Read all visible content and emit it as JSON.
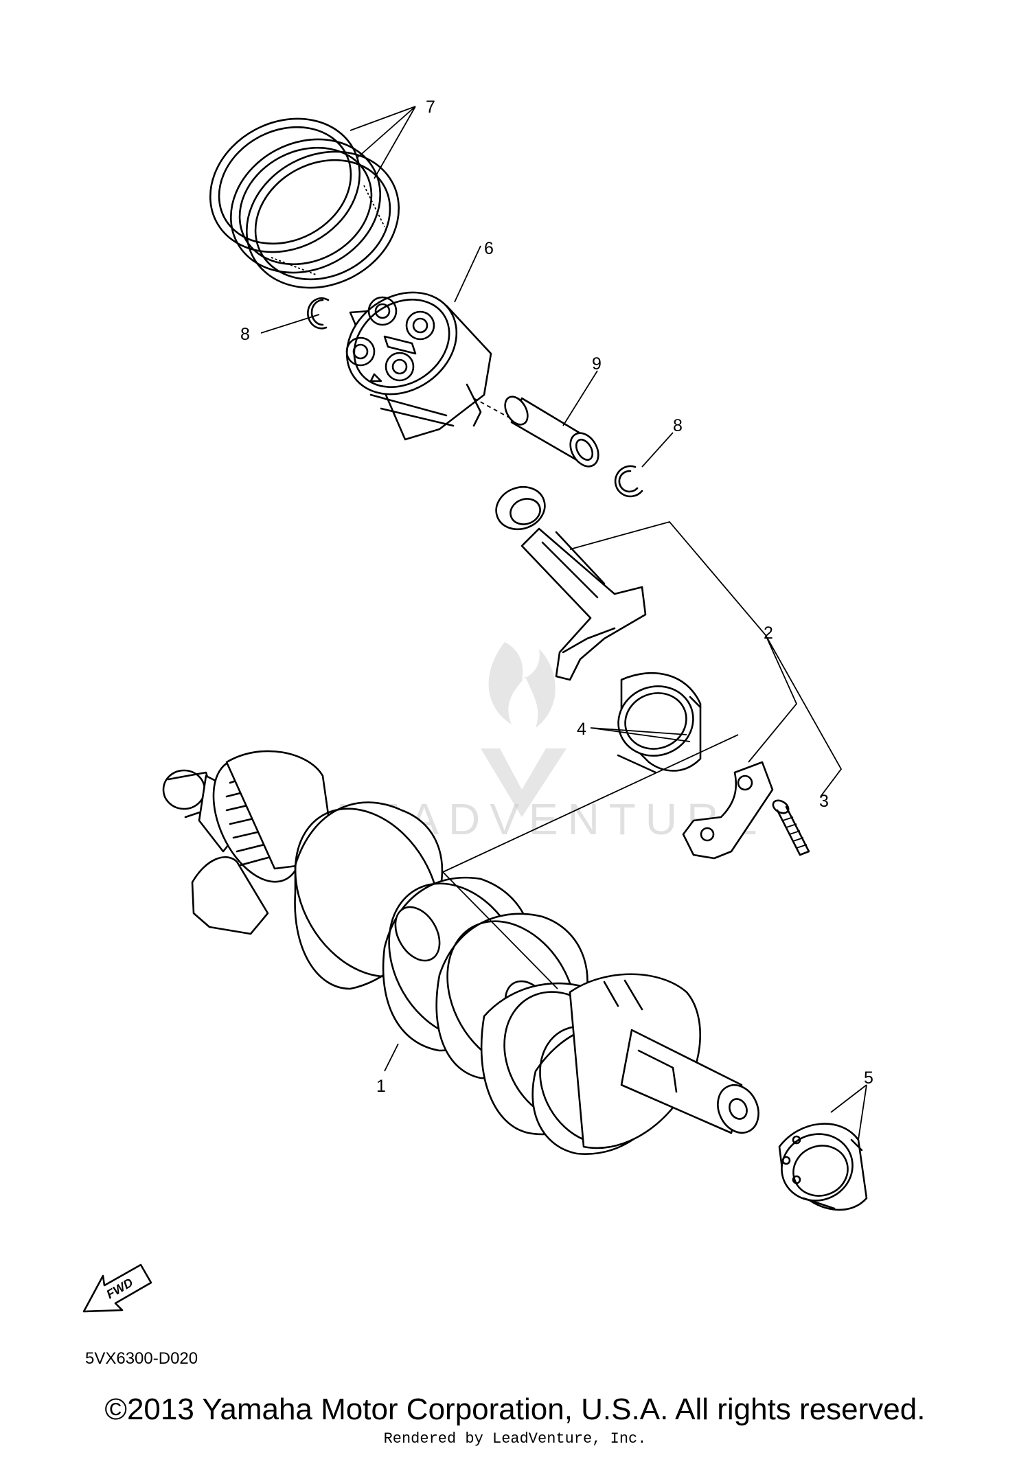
{
  "callouts": {
    "c1": "1",
    "c2": "2",
    "c3": "3",
    "c4": "4",
    "c5": "5",
    "c6": "6",
    "c7": "7",
    "c8a": "8",
    "c8b": "8",
    "c9": "9"
  },
  "fwd_badge": "FWD",
  "diagram_code": "5VX6300-D020",
  "watermark": "LEADVENTURE",
  "copyright": "©2013 Yamaha Motor Corporation, U.S.A. All rights reserved.",
  "rendered_by": "Rendered by LeadVenture, Inc."
}
